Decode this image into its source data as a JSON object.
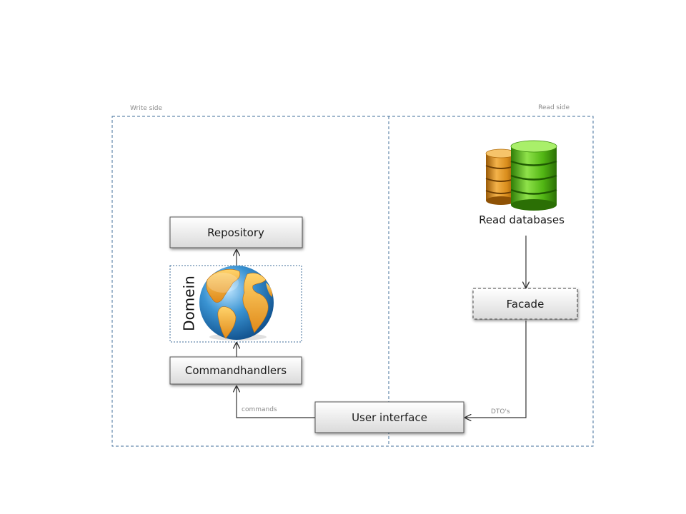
{
  "regions": {
    "write_side_label": "Write side",
    "read_side_label": "Read side"
  },
  "nodes": {
    "repository": "Repository",
    "domain": "Domein",
    "commandhandlers": "Commandhandlers",
    "user_interface": "User interface",
    "read_databases": "Read databases",
    "facade": "Facade"
  },
  "edges": {
    "commands_label": "commands",
    "dtos_label": "DTO's"
  },
  "icons": {
    "globe": "globe-icon",
    "databases": "database-icon"
  },
  "colors": {
    "region_border": "#3f6e9a",
    "box_border": "#4a4a4a",
    "arrow": "#333333",
    "globe_ocean": "#2f84c4",
    "globe_land": "#f0a830",
    "db_orange": "#d98d1c",
    "db_green": "#5cc017"
  }
}
